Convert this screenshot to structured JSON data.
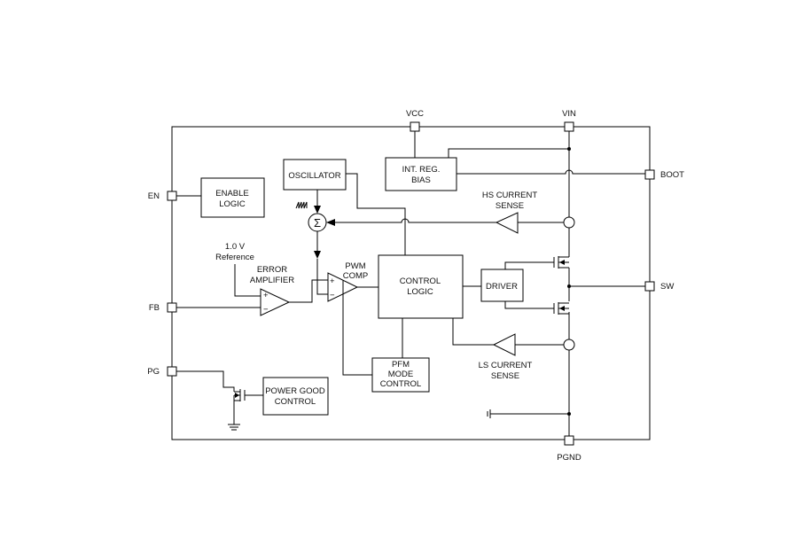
{
  "pins": {
    "vcc": "VCC",
    "vin": "VIN",
    "boot": "BOOT",
    "en": "EN",
    "fb": "FB",
    "pg": "PG",
    "sw": "SW",
    "pgnd": "PGND"
  },
  "blocks": {
    "oscillator": "OSCILLATOR",
    "int_reg_line1": "INT. REG.",
    "int_reg_line2": "BIAS",
    "enable_line1": "ENABLE",
    "enable_line2": "LOGIC",
    "control_line1": "CONTROL",
    "control_line2": "LOGIC",
    "driver": "DRIVER",
    "pfm_line1": "PFM",
    "pfm_line2": "MODE",
    "pfm_line3": "CONTROL",
    "pgood_line1": "POWER GOOD",
    "pgood_line2": "CONTROL"
  },
  "labels": {
    "hs_line1": "HS CURRENT",
    "hs_line2": "SENSE",
    "ls_line1": "LS CURRENT",
    "ls_line2": "SENSE",
    "ref_line1": "1.0 V",
    "ref_line2": "Reference",
    "erramp_line1": "ERROR",
    "erramp_line2": "AMPLIFIER",
    "pwm_line1": "PWM",
    "pwm_line2": "COMP",
    "sum_symbol": "Σ",
    "plus": "+",
    "minus": "−"
  }
}
